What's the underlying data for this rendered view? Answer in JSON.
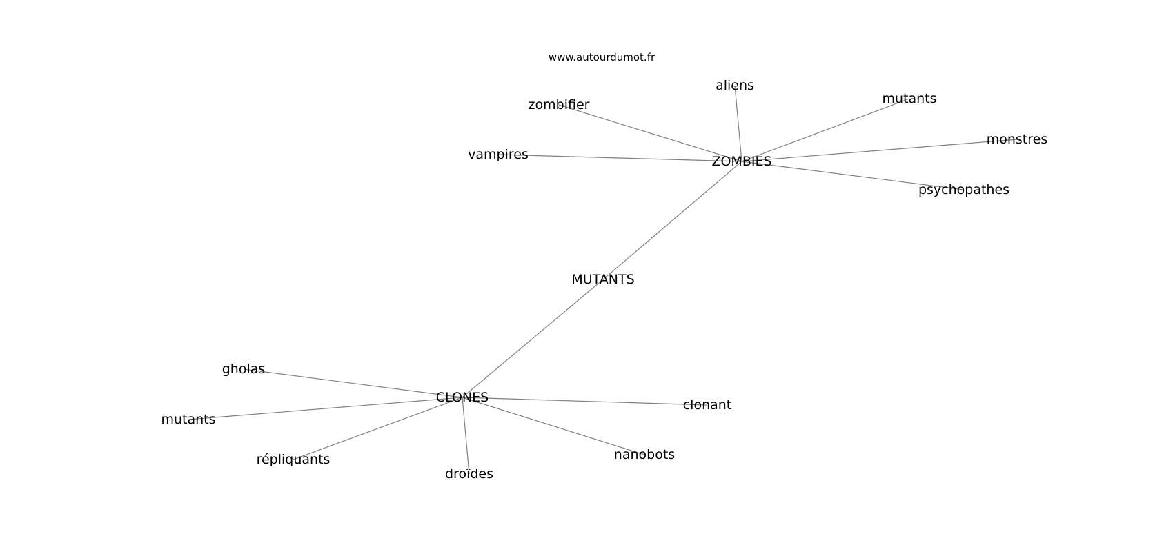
{
  "source": "www.autourdumot.fr",
  "center": "MUTANTS",
  "hubs": [
    {
      "label": "ZOMBIES",
      "neighbors": [
        "aliens",
        "zombifier",
        "mutants",
        "monstres",
        "vampires",
        "psychopathes"
      ]
    },
    {
      "label": "CLONES",
      "neighbors": [
        "gholas",
        "mutants",
        "répliquants",
        "droïdes",
        "nanobots",
        "clonant"
      ]
    }
  ]
}
